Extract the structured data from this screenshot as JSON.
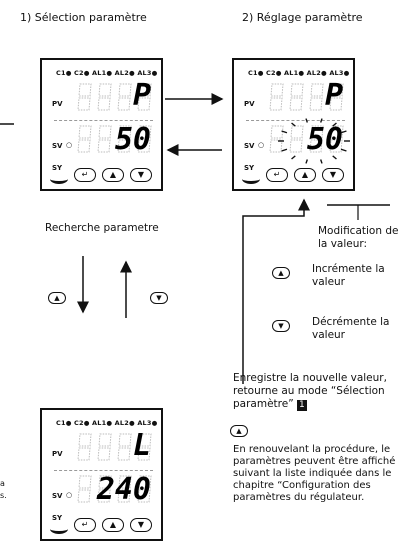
{
  "headers": {
    "step1": "1) Sélection paramètre",
    "step2": "2) Réglage paramètre"
  },
  "panel": {
    "leds": "C1● C2● AL1● AL2● AL3●",
    "pv_label": "PV",
    "sv_label": "SV",
    "sy_label": "SY",
    "sv_dot": "○",
    "btn_enter": "↵",
    "btn_up": "▲",
    "btn_down": "▼"
  },
  "panels": {
    "p1": {
      "pv": "P",
      "sv": "50"
    },
    "p2": {
      "pv": "P",
      "sv": "50"
    },
    "p3": {
      "pv": "L",
      "sv": "240"
    }
  },
  "labels": {
    "search": "Recherche parametre",
    "modif_1": "Modification de",
    "modif_2": "la valeur:",
    "inc_1": "Incrémente la",
    "inc_2": "valeur",
    "dec_1": "Décrémente la",
    "dec_2": "valeur",
    "save_1": "Enregistre la nouvelle valeur,",
    "save_2": "retourne au mode “Sélection",
    "save_3": "paramètre”",
    "save_badge": "1",
    "renew_1": "En renouvelant la procédure, le",
    "renew_2": "paramètres peuvent être affiché",
    "renew_3": "suivant la liste indiquée dans le",
    "renew_4": "chapitre “Configuration des",
    "renew_5": "paramètres du régulateur.",
    "left_cut_1": "a",
    "left_cut_2": "s."
  }
}
